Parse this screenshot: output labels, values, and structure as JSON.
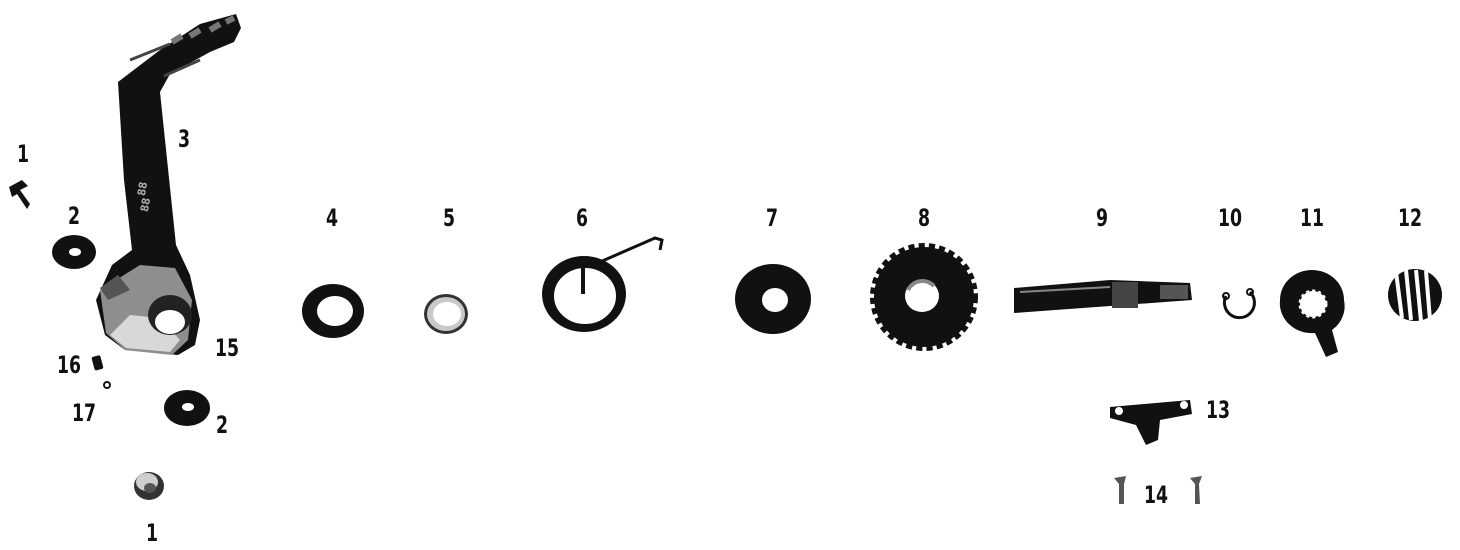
{
  "diagram": {
    "callouts": [
      {
        "id": "screw-top",
        "text": "1"
      },
      {
        "id": "washer-top",
        "text": "2"
      },
      {
        "id": "kick-lever",
        "text": "3"
      },
      {
        "id": "oil-seal",
        "text": "4"
      },
      {
        "id": "bushing",
        "text": "5"
      },
      {
        "id": "return-spring",
        "text": "6"
      },
      {
        "id": "thrust-washer",
        "text": "7"
      },
      {
        "id": "kick-gear",
        "text": "8"
      },
      {
        "id": "kick-shaft",
        "text": "9"
      },
      {
        "id": "circlip",
        "text": "10"
      },
      {
        "id": "ratchet",
        "text": "11"
      },
      {
        "id": "ratchet-spring",
        "text": "12"
      },
      {
        "id": "guide-plate",
        "text": "13"
      },
      {
        "id": "plate-screws",
        "text": "14"
      },
      {
        "id": "lever-boss",
        "text": "15"
      },
      {
        "id": "detent-spring",
        "text": "16"
      },
      {
        "id": "detent-ball",
        "text": "17"
      },
      {
        "id": "washer-bottom",
        "text": "2"
      },
      {
        "id": "cap-bottom",
        "text": "1"
      }
    ]
  },
  "colors": {
    "part": "#0d0d0d",
    "metal": "#9a9a9a",
    "background": "#ffffff"
  }
}
